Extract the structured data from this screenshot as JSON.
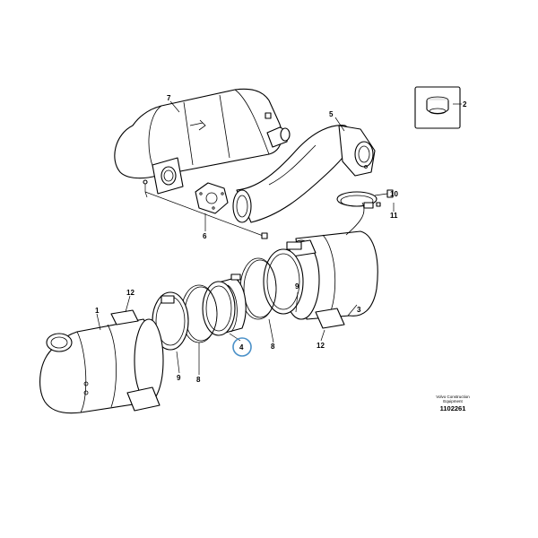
{
  "callouts": {
    "c1": "1",
    "c2": "2",
    "c3": "3",
    "c4": "4",
    "c5": "5",
    "c6": "6",
    "c7": "7",
    "c8a": "8",
    "c8b": "8",
    "c9a": "9",
    "c9b": "9",
    "c10": "10",
    "c11": "11",
    "c12a": "12",
    "c12b": "12"
  },
  "credit": {
    "line1": "Volvo Construction",
    "line2": "Equipment",
    "drawing_number": "1102261"
  },
  "highlight_color": "#4a90c8"
}
